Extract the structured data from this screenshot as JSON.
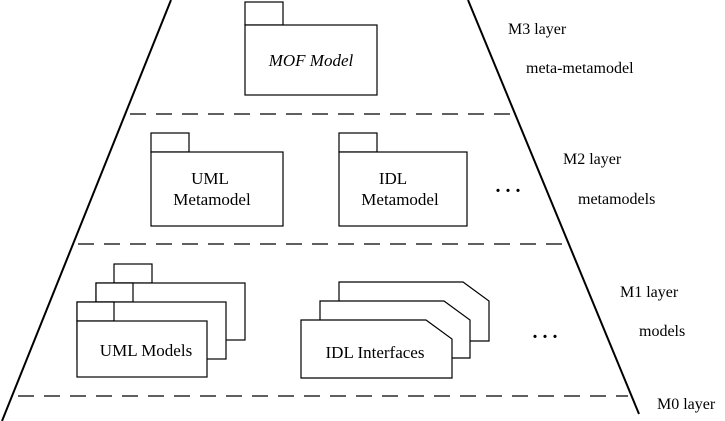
{
  "diagram": {
    "title": "MOF metadata architecture layers",
    "layers": [
      {
        "id": "m3",
        "label": "M3 layer",
        "description": "meta-metamodel",
        "packages": [
          {
            "name": "MOF Model",
            "italic": true
          }
        ],
        "ellipsis": false
      },
      {
        "id": "m2",
        "label": "M2 layer",
        "description": "metamodels",
        "packages": [
          {
            "name_line1": "UML",
            "name_line2": "Metamodel"
          },
          {
            "name_line1": "IDL",
            "name_line2": "Metamodel"
          }
        ],
        "ellipsis": true
      },
      {
        "id": "m1",
        "label": "M1 layer",
        "description": "models",
        "packages": [
          {
            "name": "UML Models",
            "shape": "stacked-package"
          },
          {
            "name": "IDL Interfaces",
            "shape": "stacked-beveled-card"
          }
        ],
        "ellipsis": true
      },
      {
        "id": "m0",
        "label": "M0 layer",
        "description": "",
        "packages": [],
        "ellipsis": false
      }
    ],
    "ellipsis_text": ". . ."
  }
}
